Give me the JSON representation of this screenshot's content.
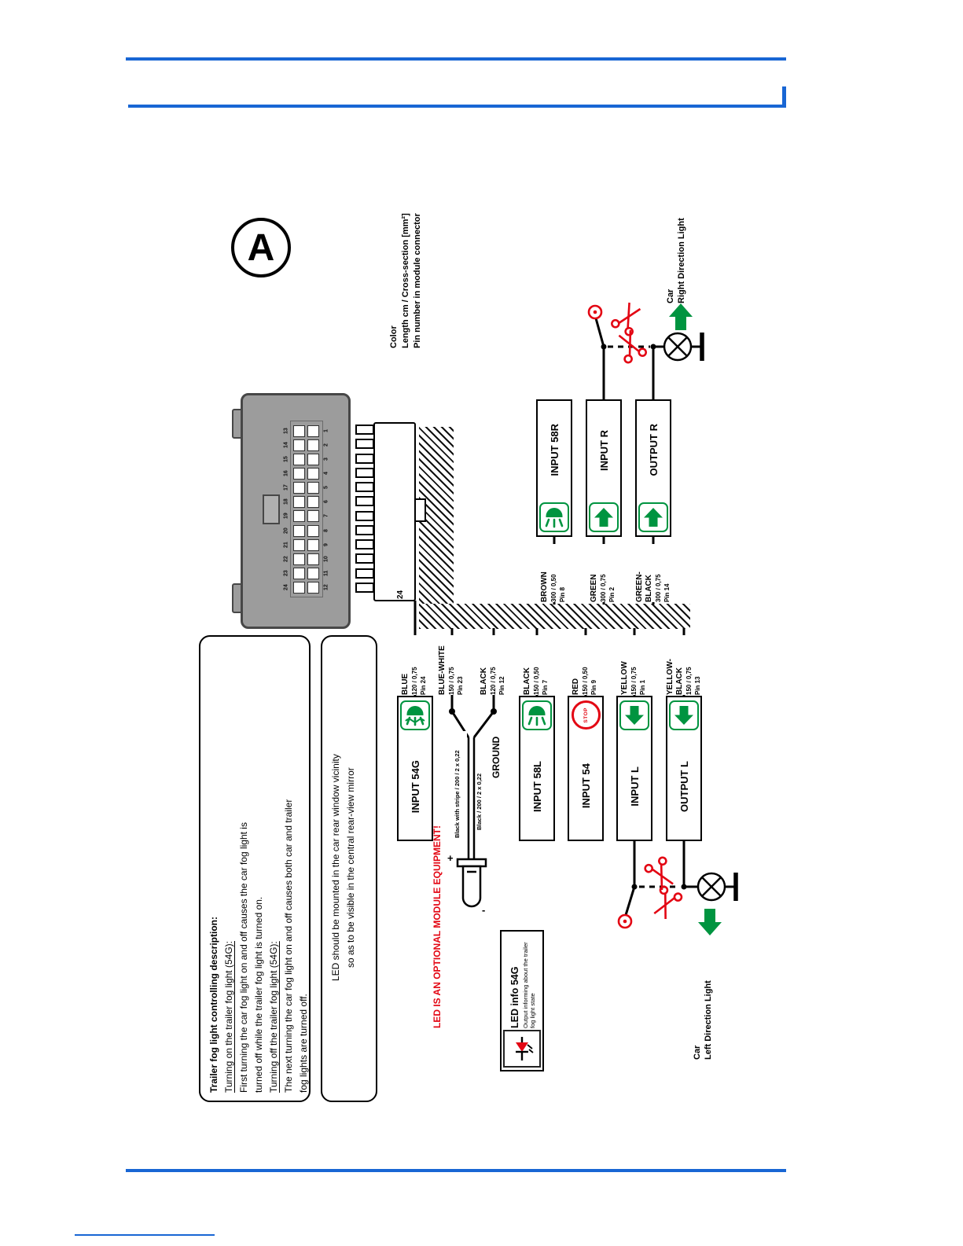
{
  "colors": {
    "blue": "#1866d4",
    "green": "#009440",
    "red": "#e30613",
    "gray": "#9c9c9c"
  },
  "marker": "A",
  "legend": {
    "line1": "Color",
    "line2": "Length cm / Cross-section [mm²]",
    "line3": "Pin number in module connector"
  },
  "connector": {
    "pins_left": [
      "13",
      "14",
      "15",
      "16",
      "17",
      "18",
      "19",
      "20",
      "21",
      "22",
      "23",
      "24"
    ],
    "pins_right": [
      "1",
      "2",
      "3",
      "4",
      "5",
      "6",
      "7",
      "8",
      "9",
      "10",
      "11",
      "12"
    ],
    "plug_pin_label": "24"
  },
  "wires": {
    "blue": {
      "name": "BLUE",
      "spec": "120 / 0,75",
      "pin": "Pin 24"
    },
    "blue_white": {
      "name": "BLUE-WHITE",
      "spec": "150 / 0,75",
      "pin": "Pin 23"
    },
    "black_12": {
      "name": "BLACK",
      "spec": "120 / 0,75",
      "pin": "Pin 12"
    },
    "black_7": {
      "name": "BLACK",
      "spec": "150 / 0,50",
      "pin": "Pin 7"
    },
    "red_9": {
      "name": "RED",
      "spec": "150 / 0,50",
      "pin": "Pin 9"
    },
    "yellow_1": {
      "name": "YELLOW",
      "spec": "150 / 0,75",
      "pin": "Pin 1"
    },
    "yellow_black_13": {
      "name": "YELLOW-",
      "name2": "BLACK",
      "spec": "150 / 0,75",
      "pin": "Pin 13"
    },
    "brown_8": {
      "name": "BROWN",
      "spec": "300 / 0,50",
      "pin": "Pin 8"
    },
    "green_2": {
      "name": "GREEN",
      "spec": "300 / 0,75",
      "pin": "Pin 2"
    },
    "green_black_14": {
      "name": "GREEN-",
      "name2": "BLACK",
      "spec": "300 / 0,75",
      "pin": "Pin 14"
    }
  },
  "boxes": {
    "input54g": "INPUT 54G",
    "input58l": "INPUT 58L",
    "input54": "INPUT 54",
    "inputl": "INPUT L",
    "outputl": "OUTPUT L",
    "input58r": "INPUT 58R",
    "inputr": "INPUT R",
    "outputr": "OUTPUT R"
  },
  "stop_label": "STOP",
  "ground_label": "GROUND",
  "pair": {
    "wire1": "Black with stripe / 200 / 2 x 0,22",
    "wire2": "Black / 200 / 2 x 0,22",
    "plus": "+",
    "minus": "-"
  },
  "warning": "LED IS AN OPTIONAL MODULE EQUIPMENT!",
  "led_info": {
    "title": "LED info 54G",
    "subtitle": "Output informing about the trailer fog light state"
  },
  "description": {
    "title": "Trailer fog light controlling description:",
    "u1": "Turning on the trailer fog light (54G):",
    "p1": "First turning the car fog light on and off causes the car fog light is",
    "p2": "turned off while the trailer fog light is turned on.",
    "u2": "Turning off the trailer fog light (54G):",
    "p3": "The next turning the car fog light on and off causes both car and trailer",
    "p4": "fog lights are turned off."
  },
  "led_note": {
    "line1": "LED should be mounted in the car rear window vicinity",
    "line2": "so as to be visible in the central rear-view mirror"
  },
  "car_right": {
    "line1": "Car",
    "line2": "Right Direction Light"
  },
  "car_left": {
    "line1": "Car",
    "line2": "Left Direction Light"
  }
}
